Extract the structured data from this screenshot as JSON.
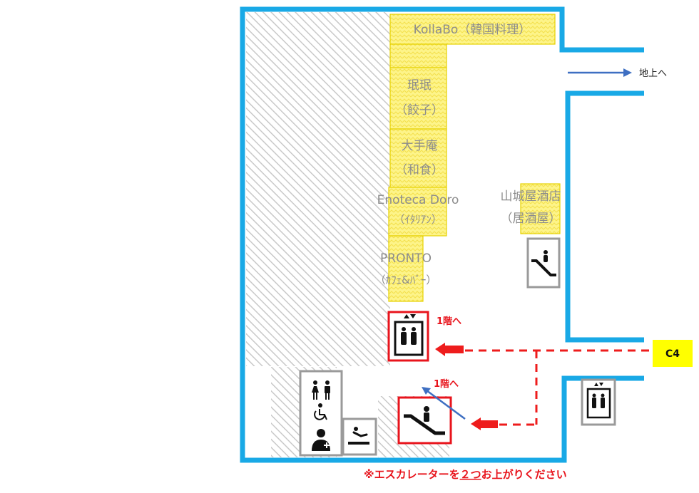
{
  "shops": {
    "kollabo": {
      "name": "KollaBo（韓国料理）"
    },
    "minmin": {
      "line1": "珉珉",
      "line2": "（餃子）"
    },
    "otemoan": {
      "line1": "大手庵",
      "line2": "（和食）"
    },
    "enoteca": {
      "line1": "Enoteca Doro",
      "line2": "（ｲﾀﾘｱﾝ）"
    },
    "pronto": {
      "line1": "PRONTO",
      "line2": "（ｶﾌｪ&ﾊﾞｰ）"
    },
    "yamashiroya": {
      "line1": "山城屋酒店",
      "line2": "（居酒屋）"
    }
  },
  "labels": {
    "to_ground": "地上へ",
    "elevator_to_1f": "1階へ",
    "escalator_to_1f": "1階へ",
    "exit_c4": "C4"
  },
  "note": {
    "prefix": "※エスカレーターを",
    "emphasis": "２つ",
    "suffix": "お上がりください"
  },
  "icons": {
    "escalator_right": "escalator-icon",
    "elevator_main": "elevator-icon",
    "elevator_right": "elevator-icon",
    "restroom": "restroom-icon",
    "wheelchair": "wheelchair-icon",
    "nursing": "nursing-icon",
    "smoking": "smoking-icon"
  },
  "colors": {
    "wall": "#19a9e6",
    "shop_fill": "#fdf48a",
    "shop_border": "#e7d200",
    "route": "#ee1c1c",
    "exit_badge": "#ffff00",
    "arrow_up": "#3e6fc2",
    "hatch": "#c8c8c8"
  }
}
